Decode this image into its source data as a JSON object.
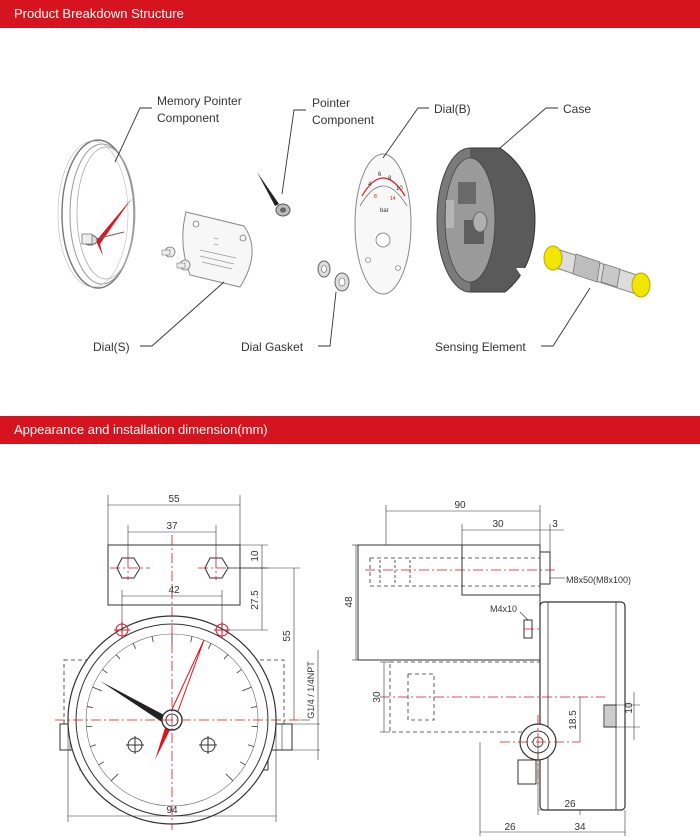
{
  "sections": {
    "breakdown_title": "Product Breakdown Structure",
    "dimension_title": "Appearance and installation dimension(mm)"
  },
  "parts": {
    "memory_pointer_1": "Memory Pointer",
    "memory_pointer_2": "Component",
    "pointer_1": "Pointer",
    "pointer_2": "Component",
    "dial_b": "Dial(B)",
    "case": "Case",
    "dial_s": "Dial(S)",
    "dial_gasket": "Dial Gasket",
    "sensing_element": "Sensing Element"
  },
  "front_view": {
    "d55_top": "55",
    "d37": "37",
    "d10": "10",
    "d42": "42",
    "d27_5": "27.5",
    "d55_side": "55",
    "thread": "G1/4 / 1/4NPT",
    "d94": "94"
  },
  "side_view": {
    "d90": "90",
    "d30_top": "30",
    "d3": "3",
    "screw": "M8x50(M8x100)",
    "m4": "M4x10",
    "d48": "48",
    "d30_left": "30",
    "d18_5": "18.5",
    "d10": "10",
    "d26_inner": "26",
    "d26_bottom": "26",
    "d34": "34"
  },
  "colors": {
    "header": "#d6141f",
    "pointer": "#e0141c",
    "centerline": "#e0141c",
    "case": "#5a5a5a",
    "yellow": "#f2e600"
  }
}
